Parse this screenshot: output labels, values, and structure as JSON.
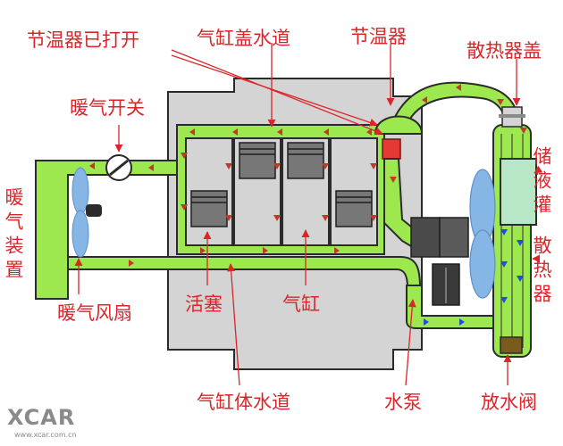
{
  "labels": {
    "thermostat_open": "节温器已打开",
    "head_water_jacket": "气缸盖水道",
    "thermostat": "节温器",
    "radiator_cap": "散热器盖",
    "heater_switch": "暖气开关",
    "reservoir": "储液灌",
    "heater_core": "暖气装置",
    "heater_fan": "暖气风扇",
    "radiator": "散热器",
    "piston": "活塞",
    "cylinder": "气缸",
    "block_water_jacket": "气缸体水道",
    "water_pump": "水泵",
    "drain_valve": "放水阀"
  },
  "logo": {
    "brand": "XCAR",
    "url": "www.xcar.com.cn"
  },
  "colors": {
    "coolant": "#9ee84f",
    "outline": "#2b2b2b",
    "engine": "#d4d4d4",
    "label": "#d9262a",
    "flow_arrow_hot": "#c0392b",
    "flow_arrow_cool": "#1f4fd6",
    "fan": "#86b6e6"
  }
}
